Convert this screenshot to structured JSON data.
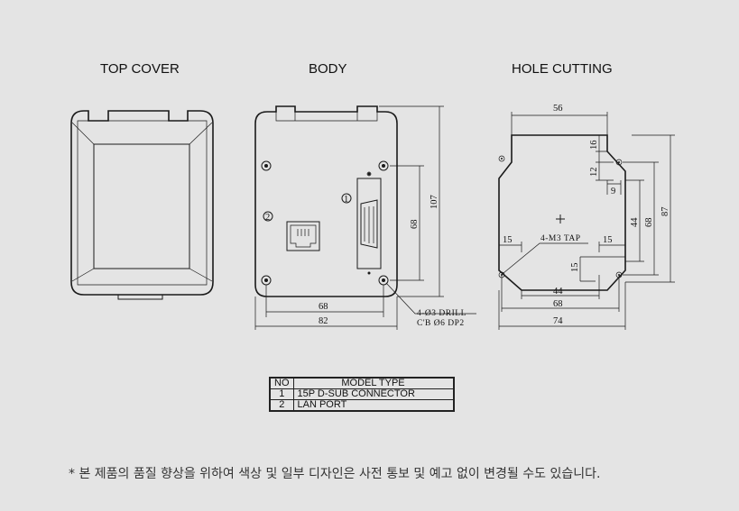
{
  "views": {
    "top_cover": "TOP COVER",
    "body": "BODY",
    "hole_cutting": "HOLE CUTTING"
  },
  "body_dims": {
    "width_inner": "68",
    "width_outer": "82",
    "height_holes": "68",
    "height_total": "107",
    "drill_note_line1": "4-Ø3 DRILL",
    "drill_note_line2": "C'B Ø6 DP2",
    "callout_1": "1",
    "callout_2": "2"
  },
  "hole_dims": {
    "top_width": "56",
    "dim_16": "16",
    "dim_12": "12",
    "dim_9": "9",
    "dim_44_v": "44",
    "dim_68_v": "68",
    "dim_87_v": "87",
    "dim_15_left": "15",
    "dim_15_right": "15",
    "tap_note": "4-M3 TAP",
    "dim_15_v": "15",
    "dim_44_h": "44",
    "dim_68_h": "68",
    "dim_74_h": "74"
  },
  "table": {
    "header_no": "NO",
    "header_type": "MODEL  TYPE",
    "rows": [
      {
        "no": "1",
        "type": "15P D-SUB CONNECTOR"
      },
      {
        "no": "2",
        "type": "LAN PORT"
      }
    ]
  },
  "disclaimer": "* 본 제품의 품질 향상을 위하여 색상 및 일부 디자인은 사전 통보 및 예고 없이 변경될 수도 있습니다."
}
